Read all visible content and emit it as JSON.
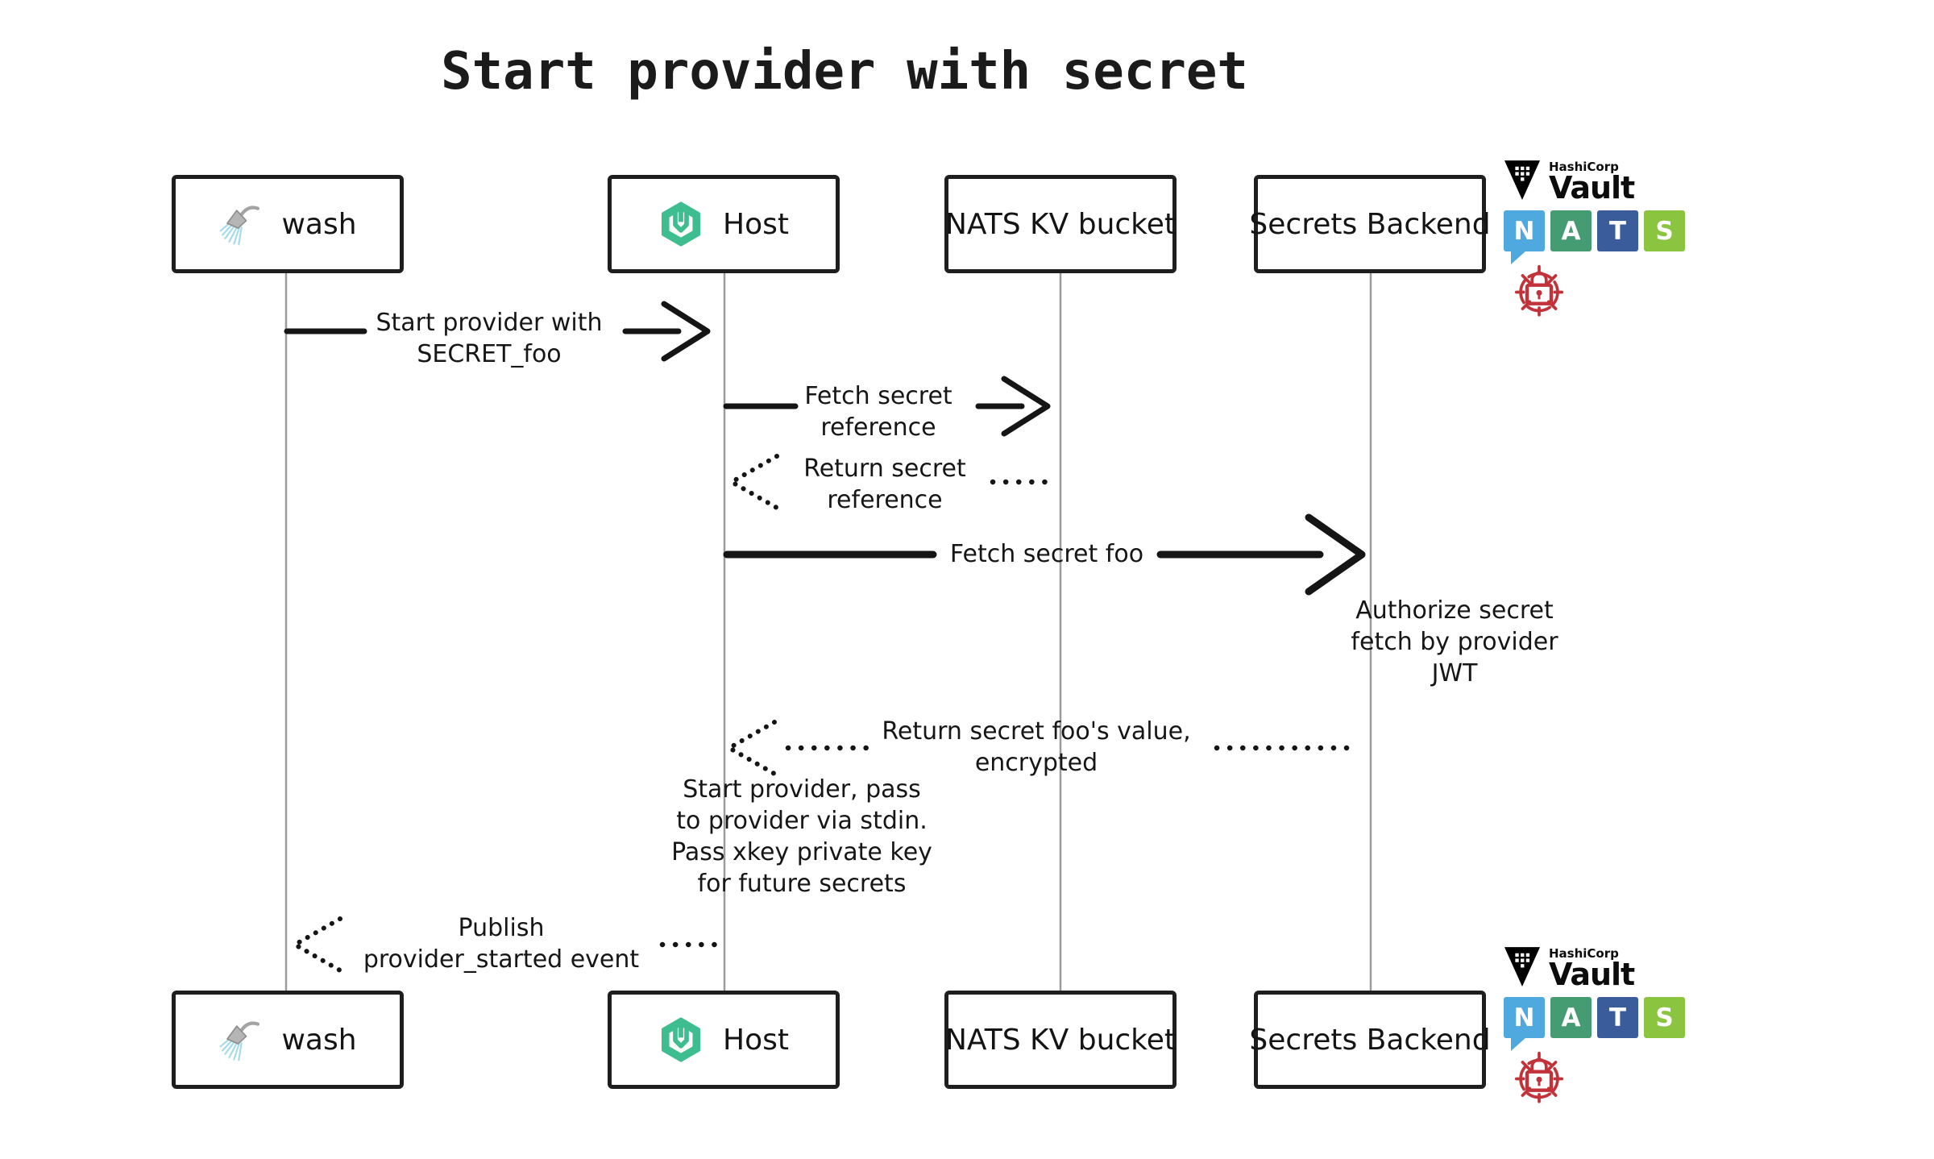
{
  "title": "Start provider with secret",
  "actors": [
    {
      "label": "wash",
      "icon": "shower-icon"
    },
    {
      "label": "Host",
      "icon": "wasmcloud-icon"
    },
    {
      "label": "NATS KV bucket"
    },
    {
      "label": "Secrets Backend"
    }
  ],
  "messages": [
    {
      "from": "wash",
      "to": "Host",
      "type": "solid",
      "lines": [
        "Start provider with",
        "SECRET_foo"
      ]
    },
    {
      "from": "Host",
      "to": "NATS KV bucket",
      "type": "solid",
      "lines": [
        "Fetch secret",
        "reference"
      ]
    },
    {
      "from": "NATS KV bucket",
      "to": "Host",
      "type": "dotted",
      "lines": [
        "Return secret",
        "reference"
      ]
    },
    {
      "from": "Host",
      "to": "Secrets Backend",
      "type": "solid",
      "lines": [
        "Fetch secret foo"
      ]
    },
    {
      "from": "Secrets Backend",
      "to": "Host",
      "type": "dotted",
      "lines": [
        "Return secret foo's value,",
        "encrypted"
      ]
    },
    {
      "from": "Host",
      "to": "wash",
      "type": "dotted",
      "lines": [
        "Publish",
        "provider_started event"
      ]
    }
  ],
  "notes": [
    {
      "lines": [
        "Authorize secret",
        "fetch by provider",
        "JWT"
      ]
    },
    {
      "lines": [
        "Start provider, pass",
        "to provider via stdin.",
        "Pass xkey private key",
        "for future secrets"
      ]
    }
  ],
  "logos": {
    "hashicorp": "HashiCorp",
    "vault": "Vault",
    "nats": [
      "N",
      "A",
      "T",
      "S"
    ],
    "colors": {
      "nats_n": "#4FA9DE",
      "nats_a": "#459B72",
      "nats_t": "#3A5C9B",
      "nats_s": "#8BC540",
      "vault_black": "#000000",
      "lock_red": "#C1323B",
      "wasmcloud_green": "#3EBE90"
    }
  }
}
